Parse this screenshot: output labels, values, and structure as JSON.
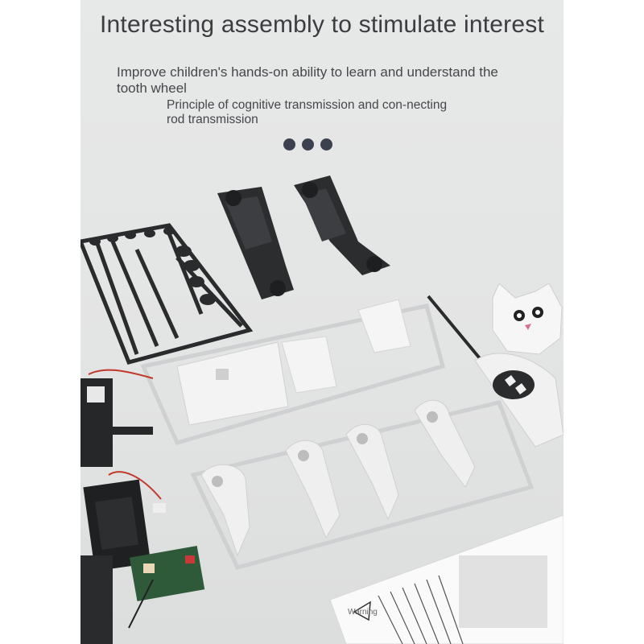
{
  "headline": "Interesting assembly to stimulate interest",
  "subtitle_line1": "Improve children's hands-on ability to learn and understand the tooth wheel",
  "subtitle_line2": "Principle of cognitive transmission and con-necting rod transmission",
  "warning_label": "Warning",
  "page_indicator_count": 3,
  "colors": {
    "background": "#e5e6e6",
    "text": "#3b3d40",
    "dots": "#3c4150",
    "dark_parts": "#2b2c2e",
    "light_parts": "#f2f2f2",
    "pcb": "#2e5a3a"
  },
  "icons": [
    "chassis-dark",
    "sprue-dark",
    "sprue-white",
    "cat-head",
    "remote-control",
    "battery-box",
    "circuit-board",
    "instruction-sheet"
  ]
}
